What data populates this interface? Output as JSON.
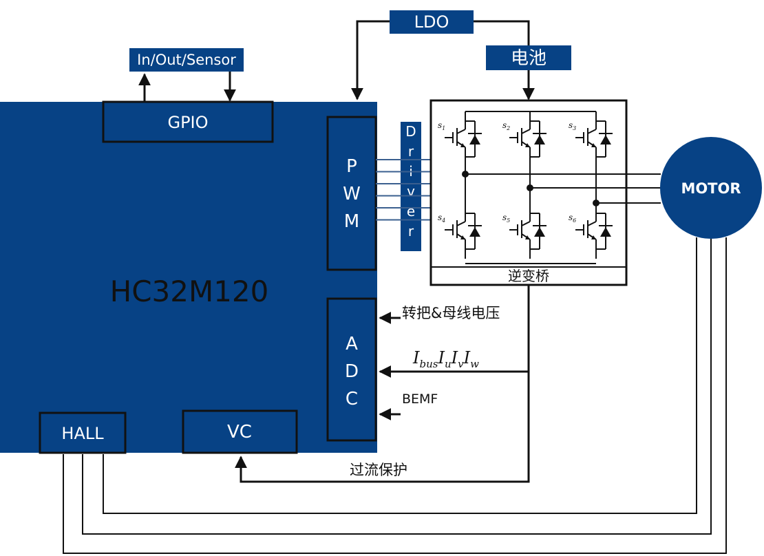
{
  "colors": {
    "primary_blue": "#074285",
    "line_black": "#111111",
    "background": "#ffffff",
    "text_white": "#ffffff"
  },
  "mcu": {
    "name": "HC32M120",
    "gpio": "GPIO",
    "hall": "HALL",
    "vc": "VC",
    "pwm_letters": [
      "P",
      "W",
      "M"
    ],
    "adc_letters": [
      "A",
      "D",
      "C"
    ]
  },
  "io_sensor_label": "In/Out/Sensor",
  "ldo_label": "LDO",
  "battery_label": "电池",
  "driver_letters": [
    "D",
    "r",
    "i",
    "v",
    "e",
    "r"
  ],
  "pwm_signals": [
    "s1",
    "s2",
    "s3",
    "s4",
    "s5",
    "s6"
  ],
  "switch_labels": {
    "upper": [
      "s1",
      "s2",
      "s3"
    ],
    "lower": [
      "s4",
      "s5",
      "s6"
    ]
  },
  "inverter_label": "逆变桥",
  "motor_label": "MOTOR",
  "adc_inputs": {
    "throttle_bus": "转把&母线电压",
    "currents": "IbusIuIvIw",
    "bemf": "BEMF"
  },
  "overcurrent_label": "过流保护"
}
